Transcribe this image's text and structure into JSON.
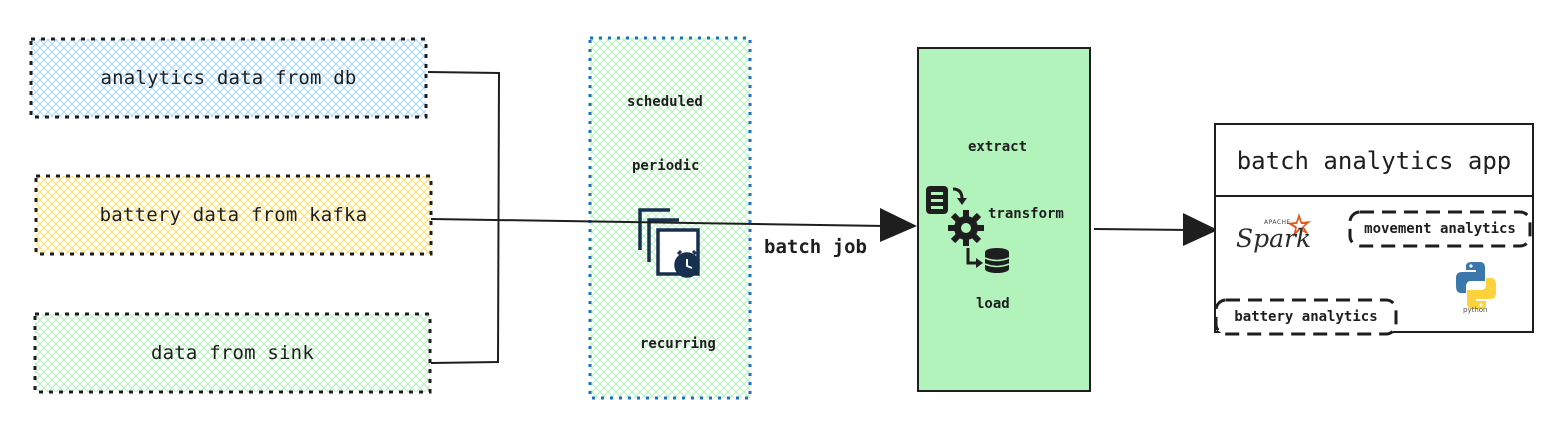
{
  "sources": [
    {
      "label": "analytics data from db",
      "color": "#a5d8ff"
    },
    {
      "label": "battery data from kafka",
      "color": "#ffec99"
    },
    {
      "label": "data from sink",
      "color": "#b2f2bb"
    }
  ],
  "scheduler": {
    "items": [
      "scheduled",
      "periodic",
      "recurring"
    ],
    "icon": "clock-calendar-icon",
    "border_color": "#1971c2",
    "fill_color": "#b2f2bb"
  },
  "edge_label": "batch job",
  "etl": {
    "steps": [
      "extract",
      "transform",
      "load"
    ],
    "icon": "etl-pipeline-icon",
    "fill_color": "#b2f2bb"
  },
  "app": {
    "title": "batch analytics app",
    "components": [
      "movement analytics",
      "battery analytics"
    ],
    "logos": {
      "spark_word": "Spark",
      "spark_prefix": "APACHE",
      "python_caption": "python"
    }
  }
}
